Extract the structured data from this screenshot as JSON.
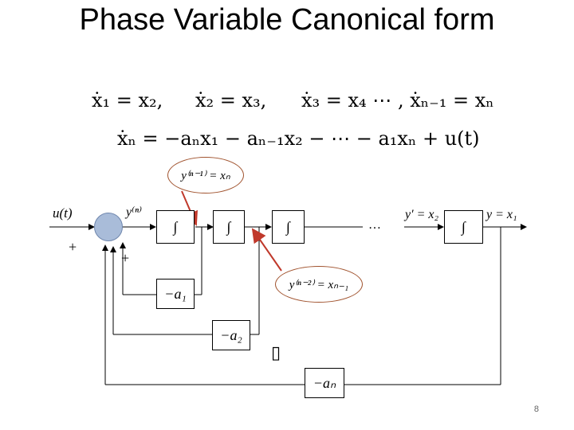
{
  "title": "Phase Variable Canonical form",
  "equations": {
    "line1": [
      "ẋ₁ = x₂,",
      "ẋ₂ = x₃,",
      "ẋ₃ = x₄ ⋯  , ẋₙ₋₁ = xₙ"
    ],
    "line2": "ẋₙ = −aₙx₁ − aₙ₋₁x₂ − ⋯ − a₁xₙ + u(t)"
  },
  "diagram": {
    "input_label": "u(t)",
    "plus_signs": [
      "+",
      "+"
    ],
    "sum_output_label": "y⁽ⁿ⁾",
    "integrators": [
      "∫",
      "∫",
      "∫",
      "∫"
    ],
    "ellipsis": "…",
    "state_labels": [
      "y′ = x₂",
      "y = x₁"
    ],
    "annotations": [
      "y⁽ⁿ⁻¹⁾ = xₙ",
      "y⁽ⁿ⁻²⁾ = xₙ₋₁"
    ],
    "gains": [
      "−a₁",
      "−a₂",
      "−aₙ"
    ],
    "placeholder_box": "▯"
  },
  "page_number": "8",
  "colors": {
    "summer_fill": "#a9bcd9",
    "annotation": "#a0522d"
  }
}
